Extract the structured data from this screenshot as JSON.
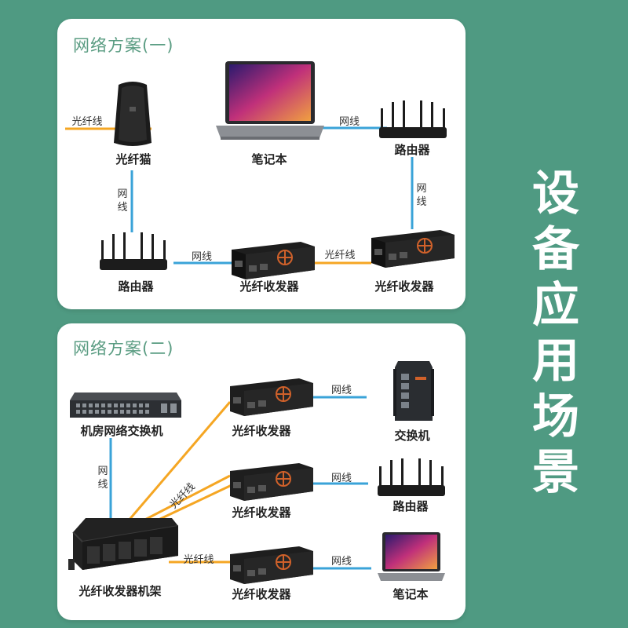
{
  "side_title": "设备应用场景",
  "colors": {
    "background": "#4f9a82",
    "fiber": "#f5a623",
    "network": "#3aa3d8",
    "panel_title": "#5a9c82",
    "transceiver_accent": "#d0612a"
  },
  "scheme1": {
    "title": "网络方案(一)",
    "devices": {
      "modem": "光纤猫",
      "laptop": "笔记本",
      "router_right": "路由器",
      "router_left": "路由器",
      "transceiver_left": "光纤收发器",
      "transceiver_right": "光纤收发器"
    },
    "wires": {
      "fiber_in": "光纤线",
      "net_laptop_router": "网线",
      "net_modem_router": "网线",
      "net_router_router": "网线",
      "net_router_transceiver": "网线",
      "fiber_transceivers": "光纤线"
    }
  },
  "scheme2": {
    "title": "网络方案(二)",
    "devices": {
      "core_switch": "机房网络交换机",
      "rack": "光纤收发器机架",
      "transceiver_top": "光纤收发器",
      "transceiver_mid": "光纤收发器",
      "transceiver_bottom": "光纤收发器",
      "switch": "交换机",
      "router": "路由器",
      "laptop": "笔记本"
    },
    "wires": {
      "net_switch_rack": "网线",
      "fiber_bundle": "光纤线",
      "fiber_rack_bottom": "光纤线",
      "net_top": "网线",
      "net_mid": "网线",
      "net_bottom": "网线"
    }
  }
}
